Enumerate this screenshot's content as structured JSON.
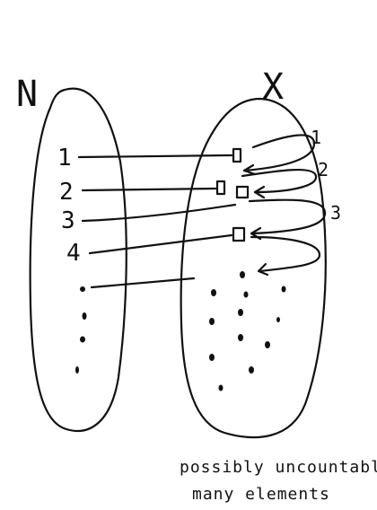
{
  "set_labels": {
    "left": "N",
    "right": "X"
  },
  "naturals": [
    "1",
    "2",
    "3",
    "4"
  ],
  "arrow_numbers": [
    "1",
    "2",
    "3"
  ],
  "caption": {
    "line1": "possibly uncountably",
    "line2": "many elements"
  },
  "colors": {
    "ink": "#111111",
    "background": "#ffffff"
  }
}
